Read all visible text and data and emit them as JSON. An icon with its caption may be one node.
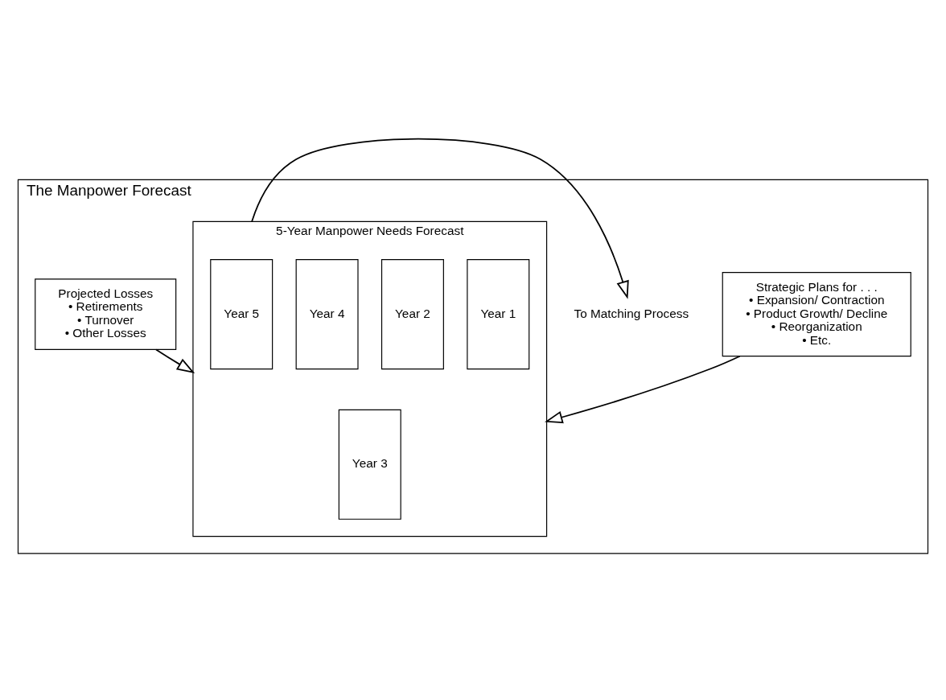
{
  "diagram": {
    "nodes": [
      {
        "text": [
          "The Manpower Forecast"
        ]
      },
      {
        "text": [
          "Strategic Plans for . . .",
          "• Expansion/ Contraction",
          "• Product Growth/ Decline",
          "• Reorganization",
          "• Etc."
        ],
        "in": 0
      },
      {
        "text": [
          "5-Year Manpower Needs Forecast"
        ],
        "in": 0
      },
      {
        "text": [
          "Year 1"
        ],
        "in": 2
      },
      {
        "text": [
          "Year 2"
        ],
        "in": 2
      },
      {
        "text": [
          "Year 3"
        ],
        "in": 2
      },
      {
        "text": [
          "Year 4"
        ],
        "in": 2
      },
      {
        "text": [
          "Year 5"
        ],
        "in": 2
      },
      {
        "text": [
          "To Matching Process"
        ],
        "in": 0
      },
      {
        "text": [
          "Projected Losses",
          "• Retirements",
          "• Turnover",
          "• Other Losses"
        ],
        "in": 0
      }
    ],
    "edges": [
      {
        "from": 1,
        "to": 2,
        "arrow": "to"
      },
      {
        "from": 2,
        "to": 8,
        "arrow": "to"
      },
      {
        "from": 9,
        "to": 2,
        "arrow": "to"
      }
    ]
  }
}
